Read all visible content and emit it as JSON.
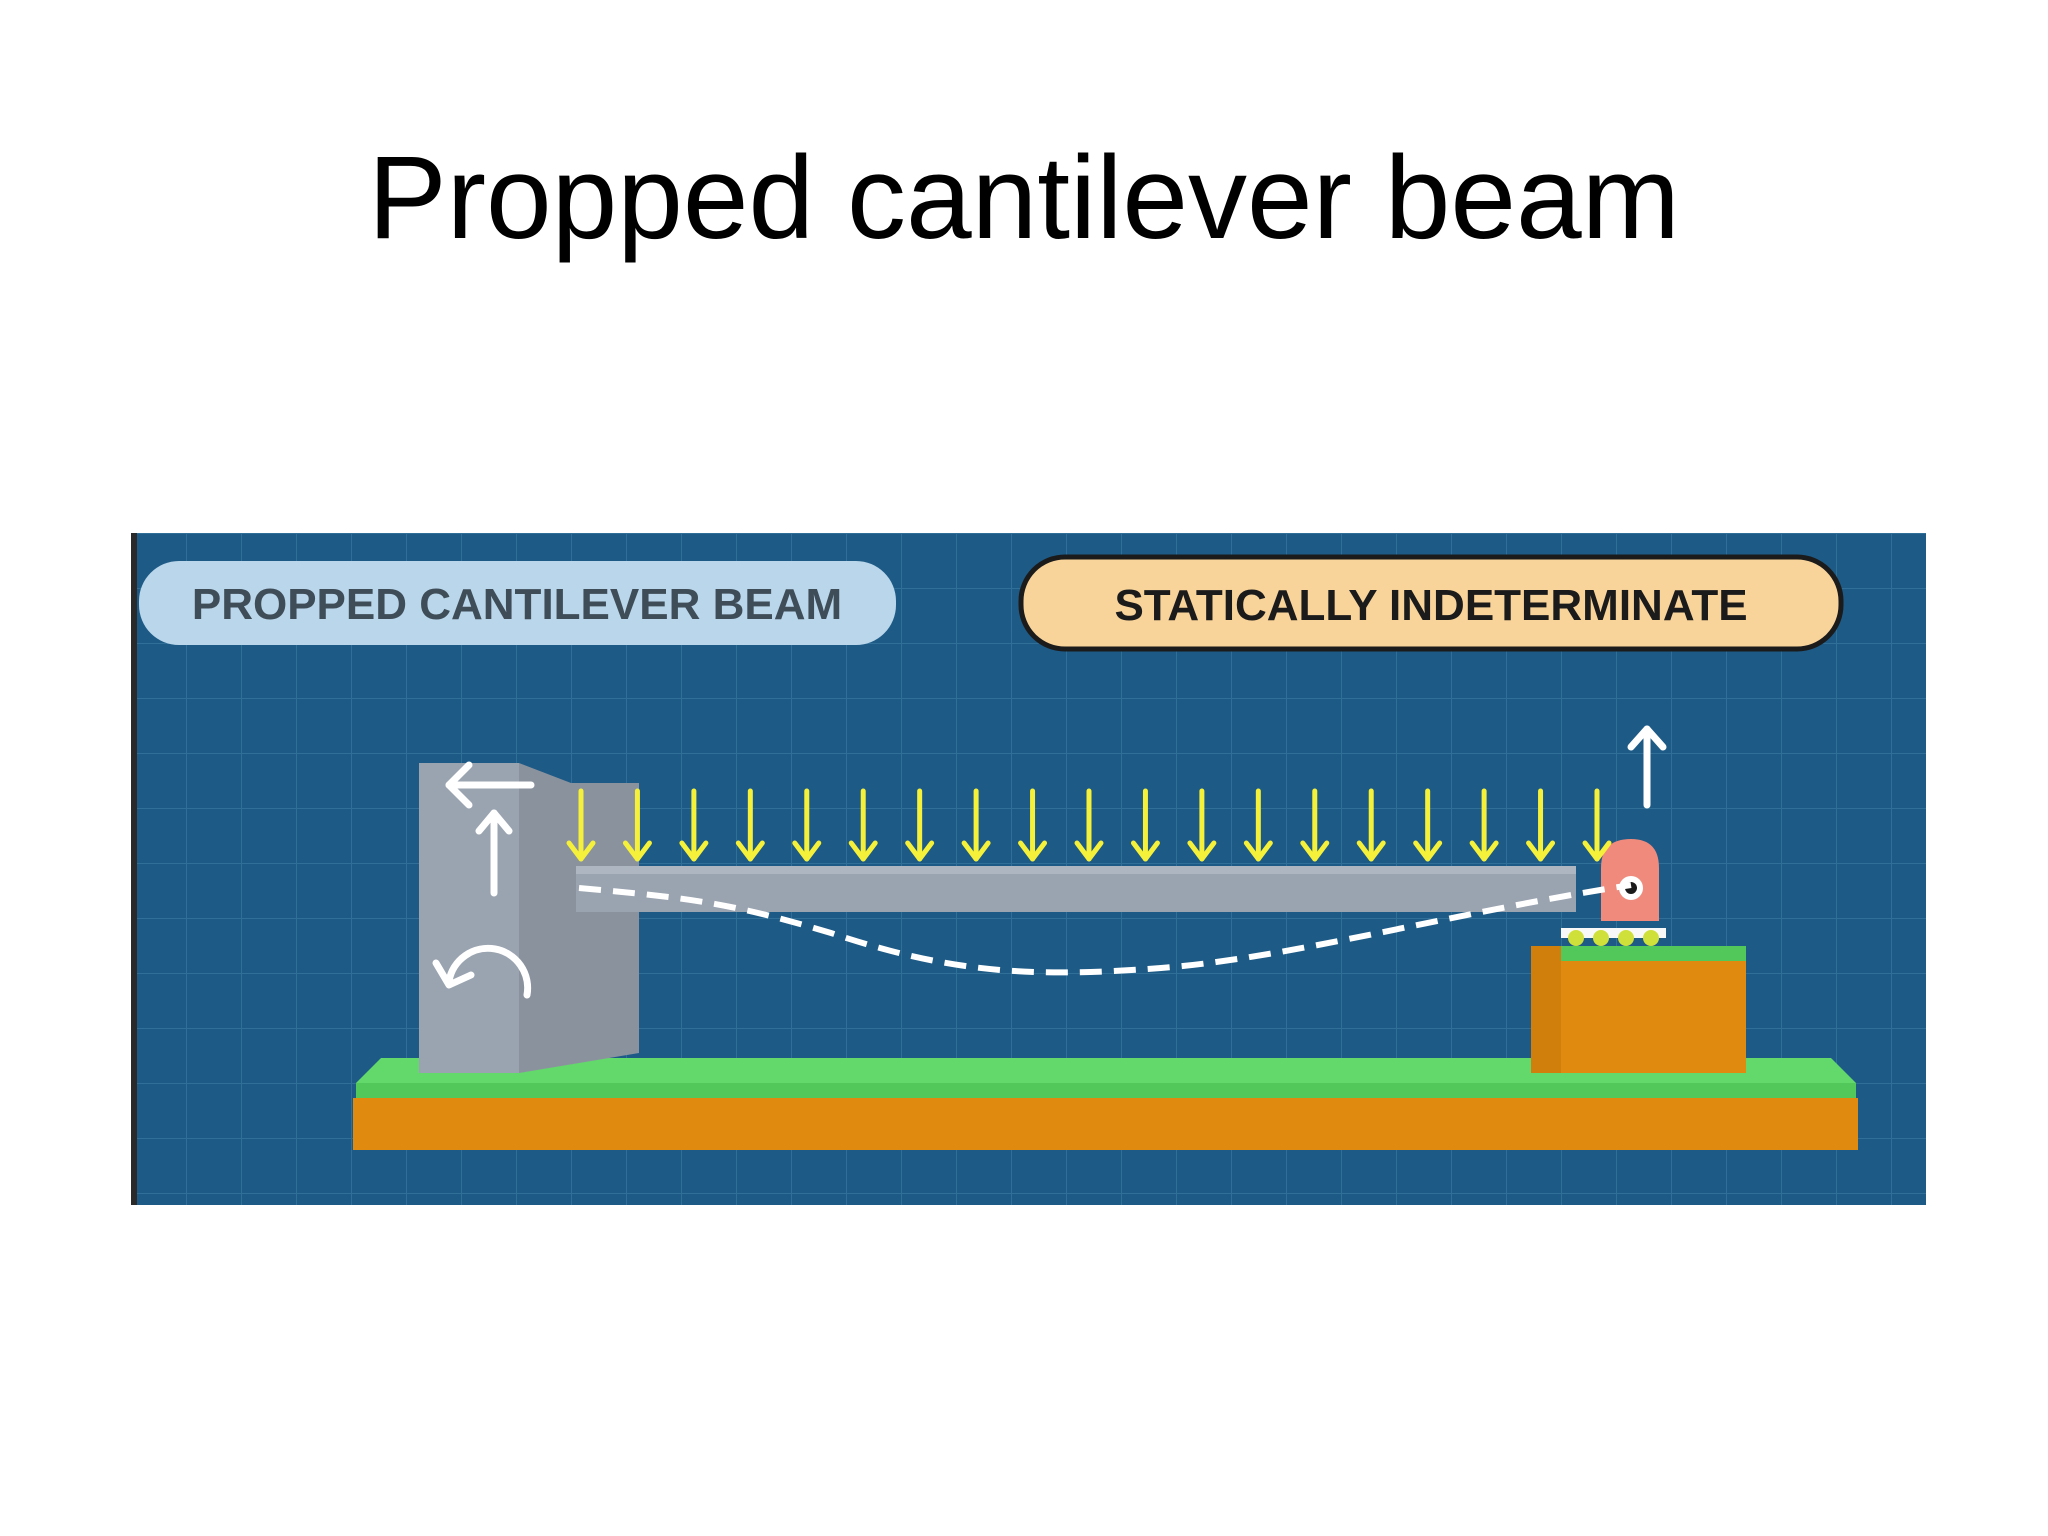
{
  "slide": {
    "title": "Propped cantilever beam"
  },
  "figure": {
    "label_left": "PROPPED CANTILEVER BEAM",
    "label_right": "STATICALLY INDETERMINATE",
    "colors": {
      "background": "#1d5a86",
      "grid": "#2f6f98",
      "wall": "#9aa3b0",
      "beam": "#9aa3b0",
      "ground_top": "#52c85a",
      "ground_body": "#e08a10",
      "load_arrows": "#f5f03a",
      "support_roller": "#ef8a7c",
      "reaction_arrows": "#ffffff",
      "deflection": "#ffffff",
      "label_left_bg": "#b9d6ea",
      "label_right_bg": "#f8d39a"
    },
    "icons": {
      "load": "down-arrow",
      "reaction_horizontal": "left-arrow",
      "reaction_vertical": "up-arrow",
      "moment": "curved-arrow",
      "support": "roller-support"
    },
    "load_arrow_count": 19
  }
}
